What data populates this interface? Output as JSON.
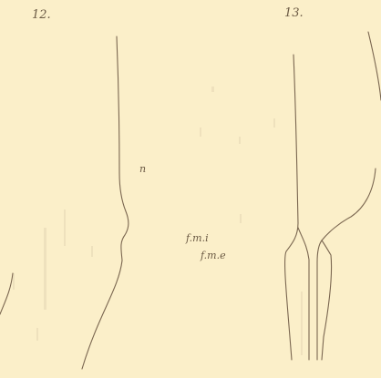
{
  "figures": [
    {
      "number": "12."
    },
    {
      "number": "13."
    }
  ],
  "annotations": {
    "n": "n",
    "fmi": "f.m.i",
    "fme": "f.m.e"
  },
  "colors": {
    "paper": "#fbefc9",
    "ink": "#7a6650",
    "faint": "#e7d9b4"
  }
}
